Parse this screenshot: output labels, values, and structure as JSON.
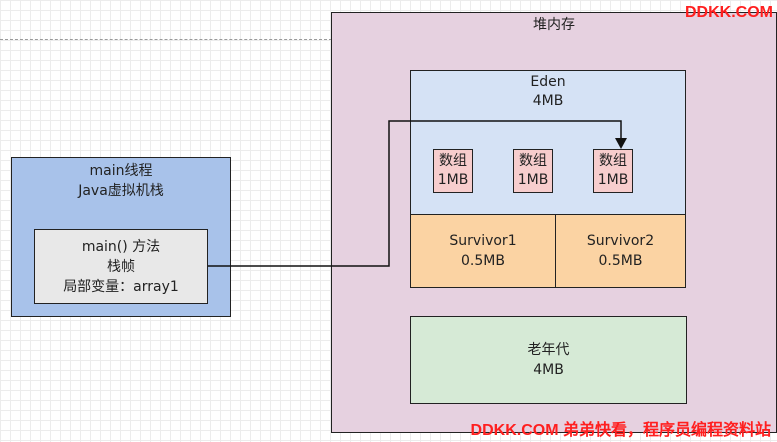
{
  "heap": {
    "title": "堆内存"
  },
  "eden": {
    "title": "Eden",
    "size": "4MB"
  },
  "arrays": [
    {
      "label": "数组",
      "size": "1MB"
    },
    {
      "label": "数组",
      "size": "1MB"
    },
    {
      "label": "数组",
      "size": "1MB"
    }
  ],
  "survivors": [
    {
      "label": "Survivor1",
      "size": "0.5MB"
    },
    {
      "label": "Survivor2",
      "size": "0.5MB"
    }
  ],
  "old_gen": {
    "label": "老年代",
    "size": "4MB"
  },
  "thread": {
    "title": "main线程",
    "subtitle": "Java虚拟机栈"
  },
  "frame": {
    "line1": "main() 方法",
    "line2": "栈帧",
    "line3": "局部变量：array1"
  },
  "watermark": {
    "top": "DDKK.COM",
    "bottom": "DDKK.COM 弟弟快看，程序员编程资料站"
  },
  "colors": {
    "heap": "#e6d1e0",
    "eden": "#d5e2f5",
    "array": "#f7cdcd",
    "survivor": "#fbd3a3",
    "old_gen": "#d6ead6",
    "thread": "#a8c2ea",
    "frame": "#e8e8e8",
    "watermark": "#ff1f1f"
  }
}
